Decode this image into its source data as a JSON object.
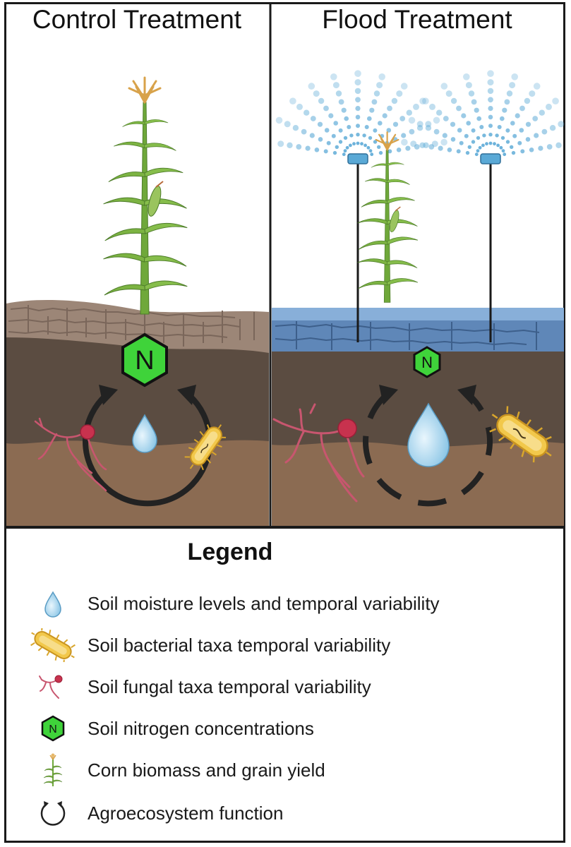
{
  "panels": {
    "control_title": "Control Treatment",
    "flood_title": "Flood Treatment",
    "nitrogen_symbol": "N"
  },
  "legend": {
    "title": "Legend",
    "items": [
      {
        "icon": "water-drop-icon",
        "label": "Soil moisture levels and temporal variability"
      },
      {
        "icon": "bacterium-icon",
        "label": "Soil bacterial taxa temporal variability"
      },
      {
        "icon": "fungus-icon",
        "label": "Soil fungal taxa temporal variability"
      },
      {
        "icon": "nitrogen-hexagon-icon",
        "label": "Soil nitrogen concentrations"
      },
      {
        "icon": "corn-plant-icon",
        "label": "Corn biomass and grain yield"
      },
      {
        "icon": "cycle-arrows-icon",
        "label": "Agroecosystem function"
      }
    ]
  },
  "colors": {
    "nitrogen_green": "#3fd33a",
    "water_blue": "#a9d7ef",
    "flood_water": "#6f9fd3",
    "bacterium_yellow": "#f2c84b",
    "fungus_red": "#c8324e",
    "soil_dark": "#5b4c41",
    "soil_light": "#8b6b52",
    "corn_green": "#7cb342"
  }
}
